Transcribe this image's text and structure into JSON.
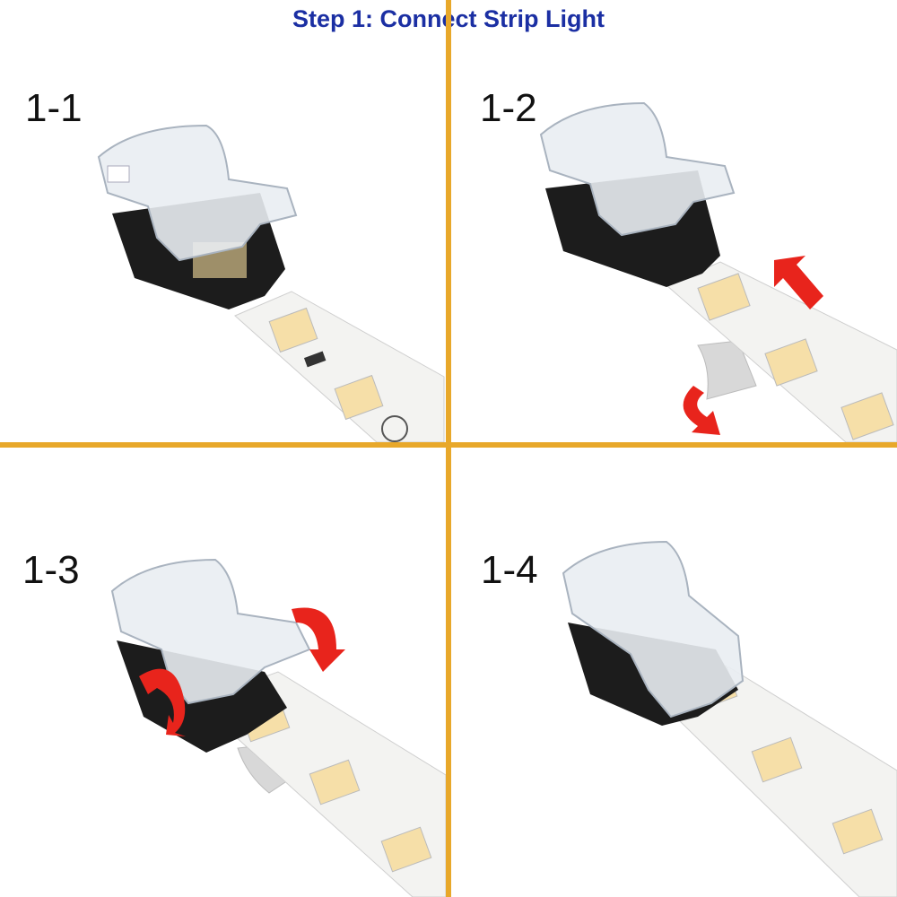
{
  "title": "Step 1: Connect Strip Light",
  "colors": {
    "title": "#1b2fa3",
    "divider": "#e8a82a",
    "arrow": "#e8241c",
    "connector_black": "#1c1c1c",
    "clip_clear": "#e9edf2",
    "strip": "#f3f3f1",
    "led": "#f6dfa8"
  },
  "panels": [
    {
      "label": "1-1",
      "icons": []
    },
    {
      "label": "1-2",
      "icons": [
        "push-arrow-icon",
        "peel-arrow-icon"
      ]
    },
    {
      "label": "1-3",
      "icons": [
        "rotate-arrow-icon",
        "rotate-arrow-icon"
      ]
    },
    {
      "label": "1-4",
      "icons": []
    }
  ]
}
